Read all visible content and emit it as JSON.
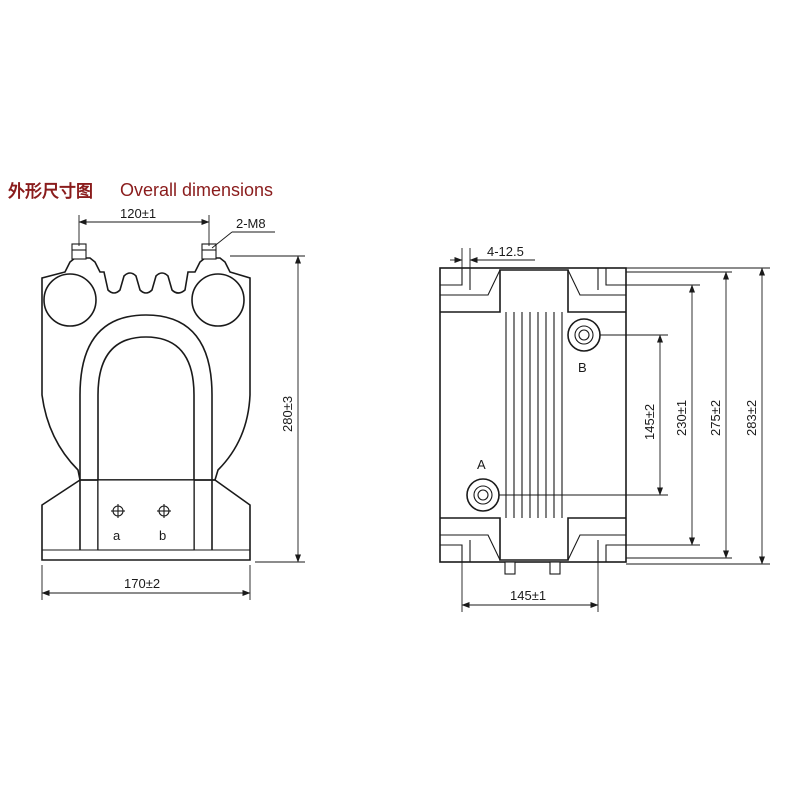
{
  "title": {
    "chinese": "外形尺寸图",
    "english": "Overall dimensions"
  },
  "front_view": {
    "terminal_spacing": "120±1",
    "terminal_thread": "2-M8",
    "height": "280±3",
    "base_width": "170±2",
    "secondary_terminals": [
      "a",
      "b"
    ]
  },
  "side_view": {
    "mounting_holes": "4-12.5",
    "terminal_spacing": "145±2",
    "dimension_230": "230±1",
    "dimension_275": "275±2",
    "overall_height": "283±2",
    "base_width": "145±1",
    "terminal_upper": "B",
    "terminal_lower": "A"
  },
  "colors": {
    "title": "#8a1c1c",
    "line": "#1a1a1a"
  }
}
